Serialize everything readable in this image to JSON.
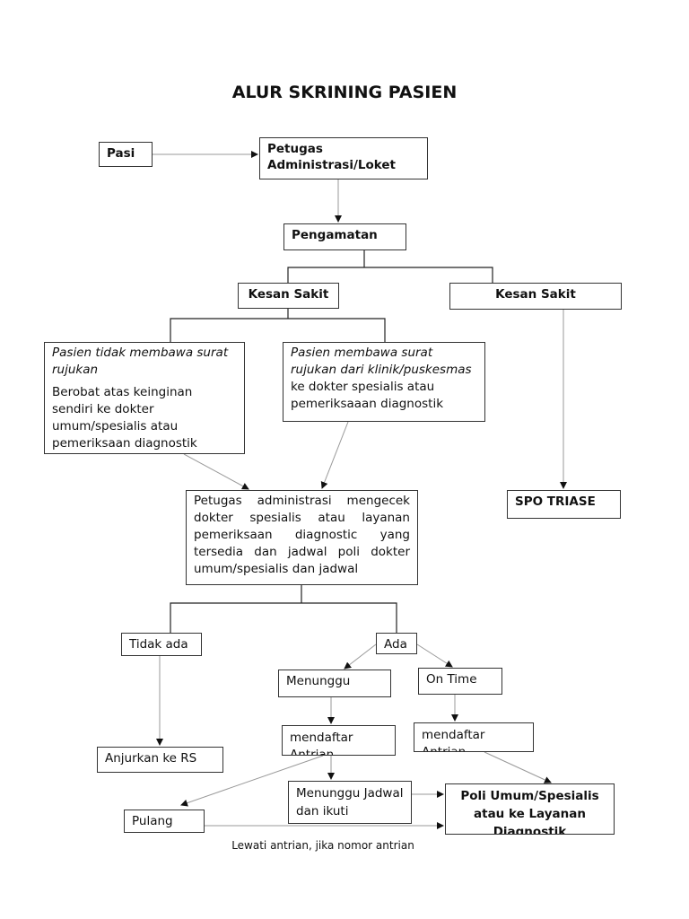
{
  "title": "ALUR SKRINING PASIEN",
  "nodes": {
    "pasien": "Pasi",
    "petugas_loket": "Petugas Administrasi/Loket",
    "pengamatan": "Pengamatan",
    "kesan_sakit_left": "Kesan Sakit",
    "kesan_sakit_right": "Kesan Sakit",
    "tanpa_rujukan_title": "Pasien tidak membawa surat rujukan",
    "tanpa_rujukan_body": "Berobat atas keinginan sendiri ke dokter umum/spesialis atau pemeriksaan diagnostik",
    "rujukan_italic": "Pasien membawa surat rujukan dari klinik/puskesmas",
    "rujukan_body": " ke dokter spesialis  atau pemeriksaaan diagnostik",
    "petugas_cek": "Petugas administrasi mengecek dokter spesialis atau layanan pemeriksaan diagnostic yang tersedia dan jadwal poli dokter umum/spesialis dan jadwal",
    "spo_triase": "SPO TRIASE",
    "tidak_ada": "Tidak ada",
    "ada": "Ada",
    "menunggu": "Menunggu",
    "on_time": "On Time",
    "mendaftar_left": "mendaftar Antrian",
    "mendaftar_right": "mendaftar Antrian",
    "anjurkan": "Anjurkan ke RS",
    "menunggu_jadwal": "Menunggu Jadwal dan ikuti",
    "poli": "Poli Umum/Spesialis atau ke Layanan Diagnostik",
    "pulang": "Pulang"
  },
  "note": "Lewati antrian, jika nomor antrian"
}
